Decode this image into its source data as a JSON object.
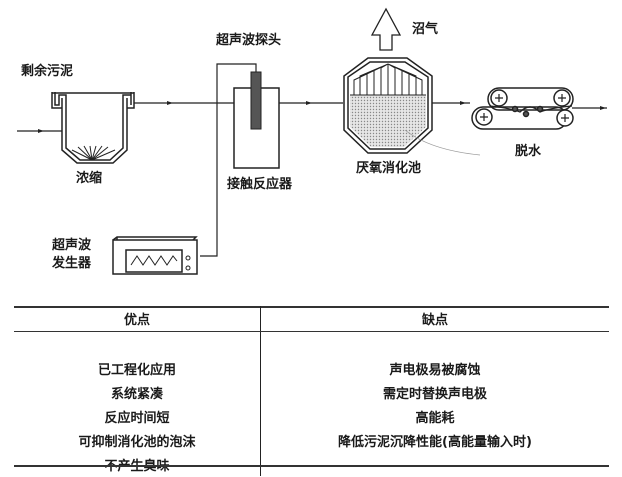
{
  "diagram": {
    "title_hidden": "",
    "labels": {
      "excess_sludge": "剩余污泥",
      "thickening": "浓缩",
      "ultrasonic_probe": "超声波探头",
      "contact_reactor": "接触反应器",
      "biogas": "沼气",
      "anaerobic_digester": "厌氧消化池",
      "dewatering": "脱水",
      "ultrasonic_generator_line1": "超声波",
      "ultrasonic_generator_line2": "发生器"
    }
  },
  "table": {
    "headers": [
      "优点",
      "缺点"
    ],
    "advantages": [
      "已工程化应用",
      "系统紧凑",
      "反应时间短",
      "可抑制消化池的泡沫",
      "不产生臭味"
    ],
    "disadvantages": [
      "声电极易被腐蚀",
      "需定时替换声电极",
      "高能耗",
      "降低污泥沉降性能(高能量输入时)",
      ""
    ]
  }
}
